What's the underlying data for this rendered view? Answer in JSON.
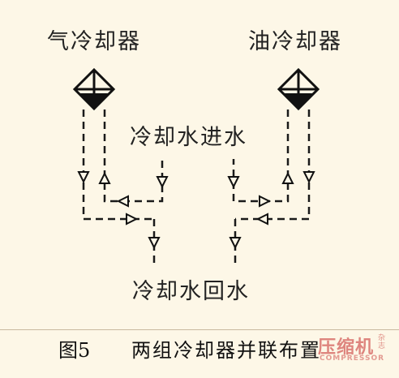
{
  "labels": {
    "air_cooler": "气冷却器",
    "oil_cooler": "油冷却器",
    "inlet": "冷却水进水",
    "return": "冷却水回水"
  },
  "caption": {
    "figure": "图5",
    "title": "两组冷却器并联布置"
  },
  "logo": {
    "chinese": "压缩机",
    "side": "杂志",
    "english": "COMPRESSOR"
  },
  "colors": {
    "background": "#fdf7e7",
    "line": "#222222",
    "logo": "#c42828"
  }
}
